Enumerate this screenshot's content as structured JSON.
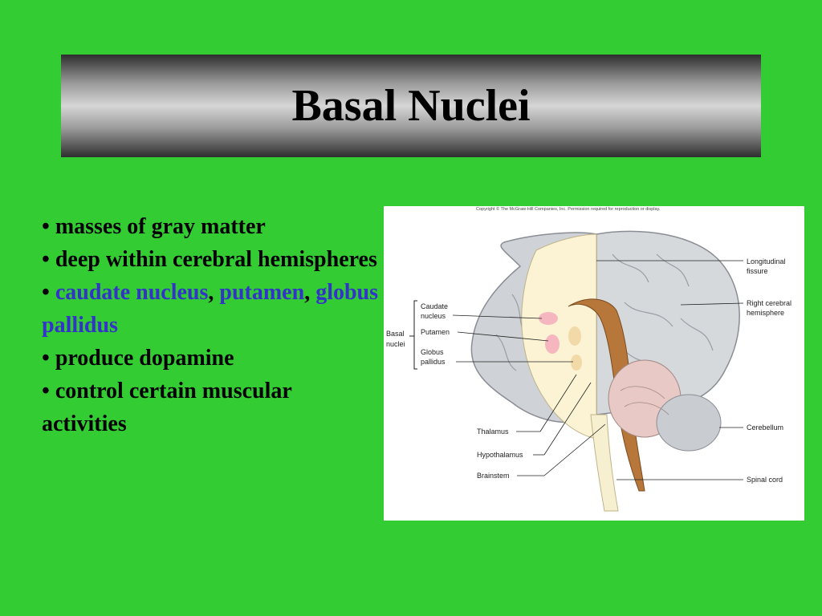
{
  "slide": {
    "title": "Basal Nuclei",
    "bullets": {
      "b1": "masses of gray matter",
      "b2": "deep within cerebral hemispheres",
      "b3_a": "caudate nucleus",
      "b3_sep1": ", ",
      "b3_b": "putamen",
      "b3_sep2": ",",
      "b3_c": "globus pallidus",
      "b4": "produce dopamine",
      "b5": "control certain muscular activities"
    },
    "bullet_char": "•"
  },
  "figure": {
    "copyright": "Copyright © The McGraw-Hill Companies, Inc. Permission required for reproduction or display.",
    "group_label_line1": "Basal",
    "group_label_line2": "nuclei",
    "labels": {
      "caudate_1": "Caudate",
      "caudate_2": "nucleus",
      "putamen": "Putamen",
      "globus_1": "Globus",
      "globus_2": "pallidus",
      "thalamus": "Thalamus",
      "hypothalamus": "Hypothalamus",
      "brainstem": "Brainstem",
      "longitudinal_1": "Longitudinal",
      "longitudinal_2": "fissure",
      "right_hemi_1": "Right cerebral",
      "right_hemi_2": "hemisphere",
      "cerebellum": "Cerebellum",
      "spinal_cord": "Spinal cord"
    }
  },
  "colors": {
    "background": "#33cc33",
    "highlight": "#3333cc"
  }
}
